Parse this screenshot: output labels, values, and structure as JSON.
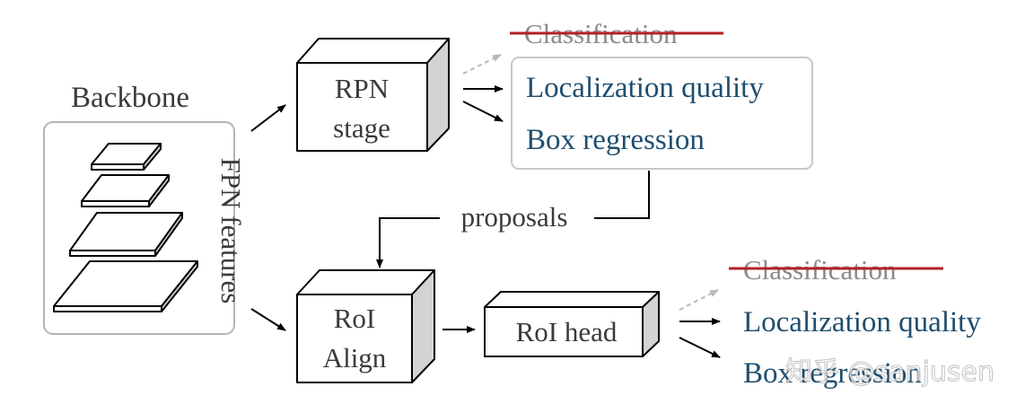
{
  "backbone": {
    "title": "Backbone",
    "fpn_label": "FPN features"
  },
  "rpn": {
    "line1": "RPN",
    "line2": "stage",
    "outputs": {
      "struck": "Classification",
      "item1": "Localization quality",
      "item2": "Box regression"
    }
  },
  "proposals_label": "proposals",
  "roi_align": {
    "line1": "RoI",
    "line2": "Align"
  },
  "roi_head": {
    "label": "RoI head",
    "outputs": {
      "struck": "Classification",
      "item1": "Localization quality",
      "item2": "Box regression"
    }
  },
  "watermark": "知乎 @sanjusen",
  "colors": {
    "text_dark": "#3a3a3a",
    "text_blue": "#1f4e6e",
    "strike_red": "#b22222",
    "box_side": "#d3d3d3",
    "panel_border": "#b5b5b5",
    "dashed_arrow": "#b8b8b8"
  }
}
